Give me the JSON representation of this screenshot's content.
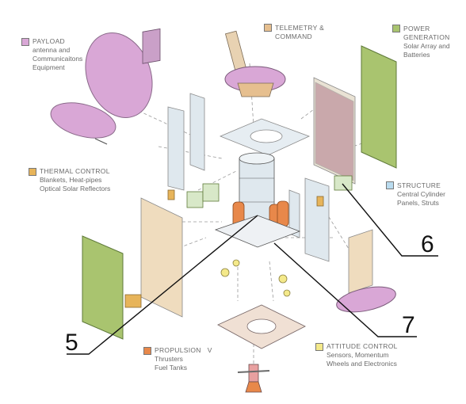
{
  "legend": {
    "payload": {
      "title": "PAYLOAD",
      "lines": [
        "antenna and",
        "Communicaitons",
        "Equipment"
      ],
      "color": "#d9a7d6"
    },
    "telemetry": {
      "title": "TELEMETRY &",
      "line2": "COMMAND",
      "color": "#e6bf8f"
    },
    "power": {
      "title": "POWER",
      "lines": [
        "GENERATION",
        "Solar Array and",
        "Batteries"
      ],
      "color": "#a9c46f"
    },
    "thermal": {
      "title": "THERMAL CONTROL",
      "lines": [
        "Blankets, Heat-pipes",
        "Optical Solar Reflectors"
      ],
      "color": "#e7b45a"
    },
    "structure": {
      "title": "STRUCTURE",
      "lines": [
        "Central Cylinder",
        "Panels, Struts"
      ],
      "color": "#b9dbef"
    },
    "propulsion": {
      "title": "PROPULSION",
      "lines": [
        "Thrusters",
        "Fuel Tanks"
      ],
      "mark": "V",
      "color": "#e8884a"
    },
    "attitude": {
      "title": "ATTITUDE CONTROL",
      "lines": [
        "Sensors, Momentum",
        "Wheels and Electronics"
      ],
      "color": "#f4e98a"
    }
  },
  "callouts": {
    "five": "5",
    "six": "6",
    "seven": "7"
  }
}
